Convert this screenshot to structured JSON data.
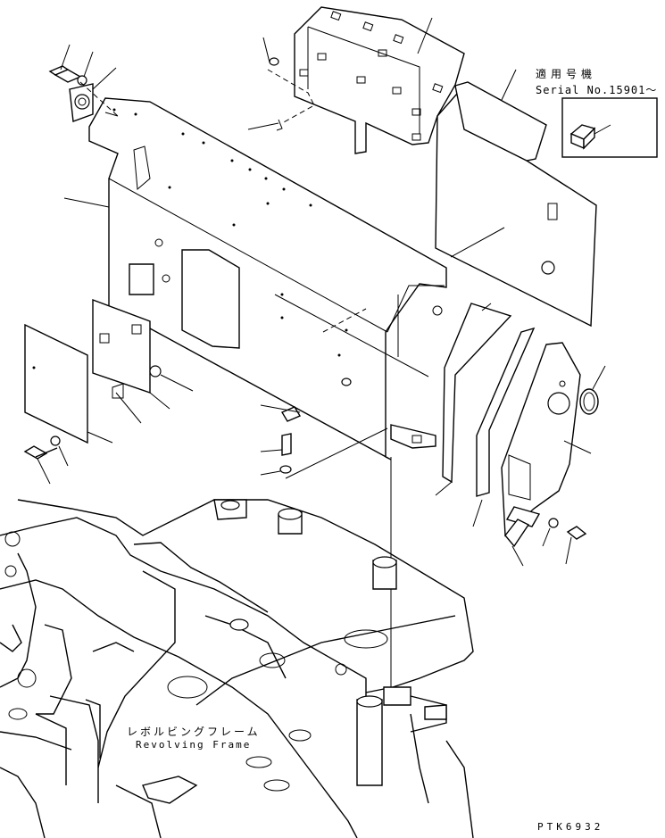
{
  "notes": {
    "serial_label_jp": "適用号機",
    "serial_label_en": "Serial No.15901～"
  },
  "frame": {
    "label_jp": "レボルビングフレーム",
    "label_en": "Revolving Frame"
  },
  "drawing_code": "PTK6932",
  "colors": {
    "line": "#000000",
    "background": "#ffffff"
  }
}
